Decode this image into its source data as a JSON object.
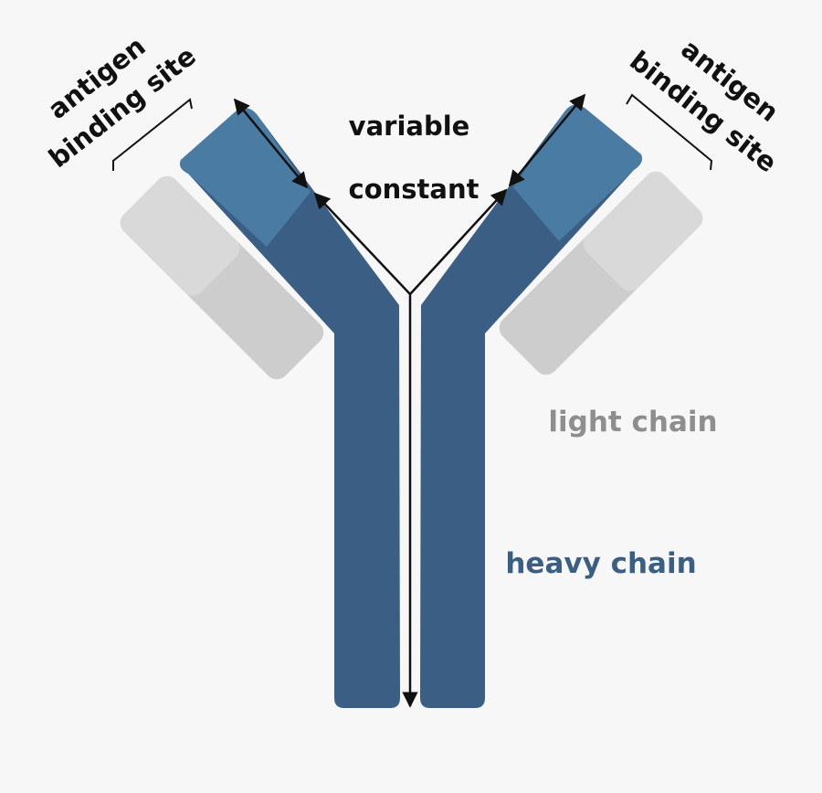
{
  "labels": {
    "antigen_line1": "antigen",
    "antigen_line2": "binding site",
    "variable": "variable",
    "constant": "constant",
    "light_chain": "light chain",
    "heavy_chain": "heavy chain"
  },
  "colors": {
    "background": "#f7f7f7",
    "heavy_chain": "#3b5f84",
    "variable_region": "#4a7ca3",
    "light_chain_constant": "#cdcdcd",
    "light_chain_variable": "#d9d9d9",
    "light_chain_text": "#8e8e8e",
    "heavy_chain_text": "#3b5f84",
    "annotation": "#111111"
  }
}
